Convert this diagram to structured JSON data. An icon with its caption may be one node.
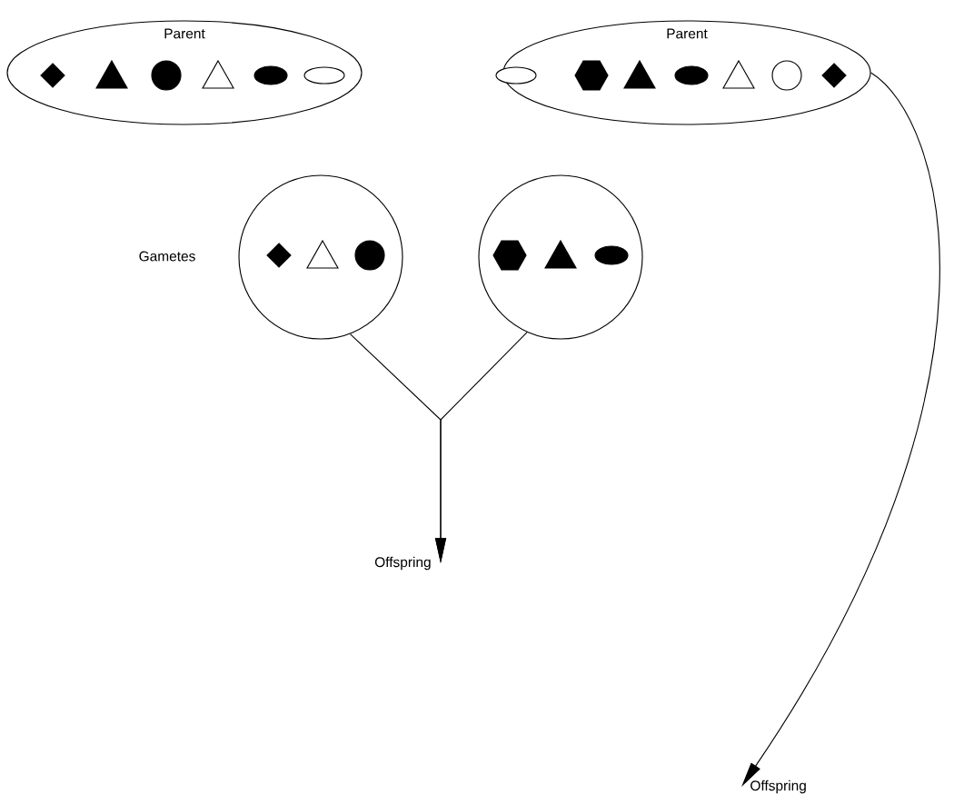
{
  "diagram": {
    "nodes": [
      {
        "text": [
          "Parent"
        ]
      },
      {
        "text": [
          "Parent"
        ]
      },
      {
        "text": [],
        "shape": "circle"
      },
      {
        "text": [],
        "shape": "circle"
      },
      {
        "text": [
          "Offspring"
        ]
      },
      {
        "text": [
          "Offspring"
        ]
      }
    ],
    "edges": [
      {
        "from": 2,
        "to": 4,
        "arrow": "to"
      },
      {
        "from": 3,
        "to": 4,
        "arrow": "to"
      },
      {
        "from": 1,
        "to": 5,
        "arrow": "to"
      }
    ],
    "labels": [
      "Gametes"
    ]
  }
}
